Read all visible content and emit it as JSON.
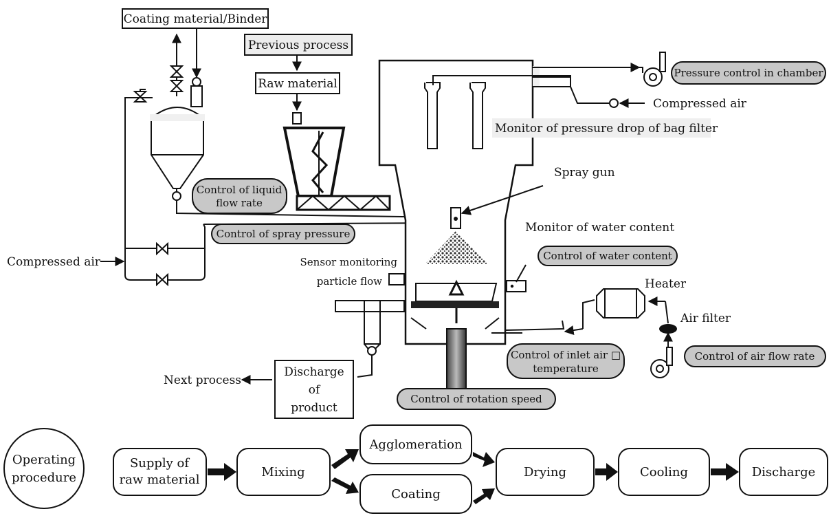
{
  "labels": {
    "coating_material": "Coating material/Binder",
    "previous_process": "Previous process",
    "raw_material": "Raw material",
    "compressed_air_left": "Compressed air",
    "compressed_air_right": "Compressed air",
    "spray_gun": "Spray gun",
    "monitor_bag_filter": "Monitor of pressure drop of bag filter",
    "monitor_water": "Monitor of water content",
    "sensor_line1": "Sensor monitoring",
    "sensor_line2": "particle flow",
    "heater": "Heater",
    "air_filter": "Air filter",
    "next_process": "Next process",
    "discharge_line1": "Discharge",
    "discharge_line2": "of",
    "discharge_line3": "product"
  },
  "controls": {
    "pressure_chamber": "Pressure control in chamber",
    "liquid_flow_line1": "Control of liquid",
    "liquid_flow_line2": "flow rate",
    "spray_pressure": "Control of spray pressure",
    "water_content": "Control of water content",
    "inlet_air_line1": "Control of inlet air □",
    "inlet_air_line2": "temperature",
    "air_flow_rate": "Control of air flow rate",
    "rotation_speed": "Control of rotation speed"
  },
  "procedure": {
    "title_line1": "Operating",
    "title_line2": "procedure",
    "supply_line1": "Supply of",
    "supply_line2": "raw material",
    "mixing": "Mixing",
    "agglomeration": "Agglomeration",
    "coating": "Coating",
    "drying": "Drying",
    "cooling": "Cooling",
    "discharge": "Discharge"
  },
  "colors": {
    "control_fill": "#c8c8c8",
    "highlight_fill": "#ececec",
    "line": "#111111"
  }
}
